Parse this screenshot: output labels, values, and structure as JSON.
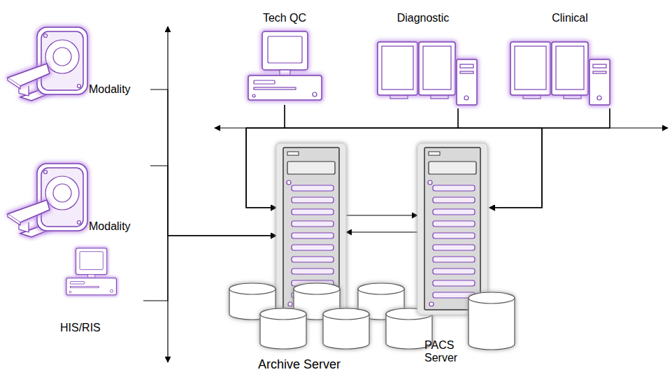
{
  "diagram": {
    "nodes": [
      {
        "text": [
          "Modality"
        ]
      },
      {
        "text": [
          "Modality"
        ]
      },
      {
        "text": [
          "HIS/RIS"
        ]
      },
      {
        "text": [
          "Tech QC"
        ]
      },
      {
        "text": [
          "Diagnostic"
        ]
      },
      {
        "text": [
          "Clinical"
        ]
      },
      {
        "text": [
          "Archive Server"
        ]
      },
      {
        "text": [
          "PACS Server"
        ]
      }
    ],
    "edges": [
      {
        "from": 0,
        "to": 6,
        "arrow": "to"
      },
      {
        "from": 1,
        "to": 6,
        "arrow": "to"
      },
      {
        "from": 2,
        "to": 6,
        "arrow": "to"
      },
      {
        "from": 3,
        "to": 6,
        "arrow": "to"
      },
      {
        "from": 3,
        "to": 7,
        "arrow": "to"
      },
      {
        "from": 4,
        "to": 6,
        "arrow": "to"
      },
      {
        "from": 4,
        "to": 7,
        "arrow": "to"
      },
      {
        "from": 5,
        "to": 6,
        "arrow": "to"
      },
      {
        "from": 5,
        "to": 7,
        "arrow": "to"
      },
      {
        "from": 6,
        "to": 7,
        "arrow": "to"
      },
      {
        "from": 7,
        "to": 6,
        "arrow": "to"
      }
    ]
  }
}
